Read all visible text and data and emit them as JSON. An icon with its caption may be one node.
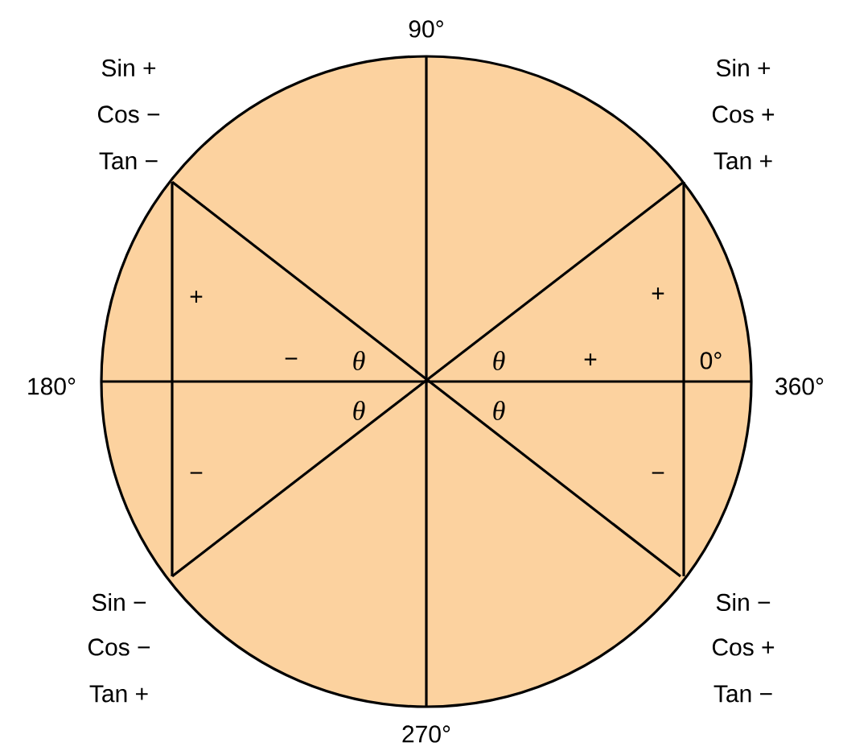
{
  "diagram": {
    "labels": [
      "90°",
      "Sin +",
      "Cos −",
      "Tan −",
      "Sin +",
      "Cos +",
      "Tan +",
      "+",
      "+",
      "180°",
      "−",
      "θ",
      "θ",
      "+",
      "0°",
      "360°",
      "θ",
      "θ",
      "−",
      "−",
      "Sin −",
      "Cos −",
      "Tan +",
      "Sin −",
      "Cos +",
      "Tan −",
      "270°"
    ]
  }
}
